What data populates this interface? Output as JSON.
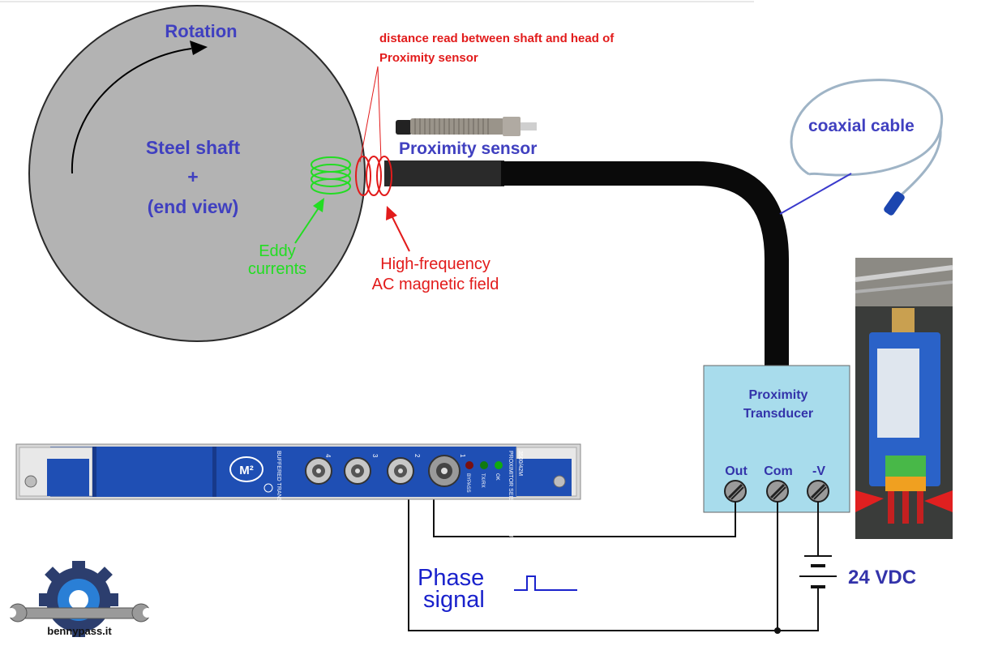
{
  "labels": {
    "rotation": "Rotation",
    "shaft_line1": "Steel shaft",
    "shaft_line2": "+",
    "shaft_line3": "(end view)",
    "eddy_line1": "Eddy",
    "eddy_line2": "currents",
    "hf_line1": "High-frequency",
    "hf_line2": "AC magnetic field",
    "distance_line1": "distance read between shaft and head of",
    "distance_line2": "Proximity sensor",
    "proximity_sensor": "Proximity sensor",
    "coaxial_cable": "coaxial cable",
    "transducer_line1": "Proximity",
    "transducer_line2": "Transducer",
    "terminal_out": "Out",
    "terminal_com": "Com",
    "terminal_v": "-V",
    "supply": "24 VDC",
    "phase_line1": "Phase",
    "phase_line2": "signal",
    "logo_text": "bennypass.it"
  },
  "monitor_panel": {
    "brand": "M²",
    "left_caption": "BUFFERED TRANSDUCERS",
    "right_caption": "PROXIMITOR SEISMIC MONITOR",
    "part_number": "3500/42M",
    "channels": [
      "4",
      "3",
      "2",
      "1"
    ],
    "leds": [
      "BYPASS",
      "TX/RX",
      "OK"
    ]
  },
  "colors": {
    "shaft": "#b3b3b3",
    "label_blue": "#4040c0",
    "alert_red": "#e21b1b",
    "eddy_green": "#22dd22",
    "cable": "#0a0a0a",
    "transducer_box": "#a8dcec",
    "panel_blue": "#1f4fb4",
    "wire": "#111111",
    "phase_blue": "#1a22cc"
  }
}
